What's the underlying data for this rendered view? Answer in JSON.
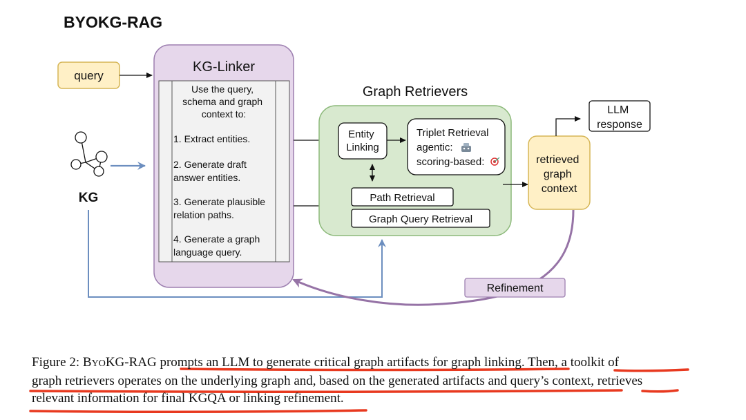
{
  "diagram": {
    "title": "BYOKG-RAG",
    "query_label": "query",
    "kg_label": "KG",
    "kg_linker": {
      "title": "KG-Linker",
      "intro": [
        "Use the query,",
        "schema and graph",
        "context to:"
      ],
      "steps": [
        [
          "1. Extract entities."
        ],
        [
          "2. Generate draft",
          "answer entities."
        ],
        [
          "3. Generate plausible",
          "relation paths."
        ],
        [
          "4. Generate a graph",
          "language query."
        ]
      ]
    },
    "graph_retrievers": {
      "title": "Graph Retrievers",
      "entity_linking": [
        "Entity",
        "Linking"
      ],
      "triplet_retrieval": {
        "title": "Triplet Retrieval",
        "agentic": "agentic:",
        "scoring": "scoring-based:"
      },
      "path_retrieval": "Path Retrieval",
      "graph_query_retrieval": "Graph Query Retrieval"
    },
    "retrieved_context": [
      "retrieved",
      "graph",
      "context"
    ],
    "llm_response": [
      "LLM",
      "response"
    ],
    "refinement": "Refinement",
    "colors": {
      "linker_fill": "#e6d7eb",
      "linker_stroke": "#9d7fb0",
      "retriever_fill": "#d8e9cf",
      "retriever_stroke": "#8cb97a",
      "yellow_fill": "#fff0c6",
      "yellow_stroke": "#d6b656",
      "blue_arrow": "#6c8ebf",
      "purple_arrow": "#9673a6",
      "underline": "#e8391f"
    }
  },
  "caption": {
    "line1_prefix": "Figure 2: ",
    "system_name_first": "B",
    "system_name_small": "YO",
    "system_name_rest": "KG-RAG",
    "line1_part1": " prompts an LLM to generate critical graph artifacts for graph linking",
    "line1_part2": ". Then, a toolkit of",
    "line2": "graph retrievers operates on the underlying graph and, based on the generated artifacts and query’s context, retrieves",
    "line3": "relevant information for final KGQA or linking refinement."
  }
}
